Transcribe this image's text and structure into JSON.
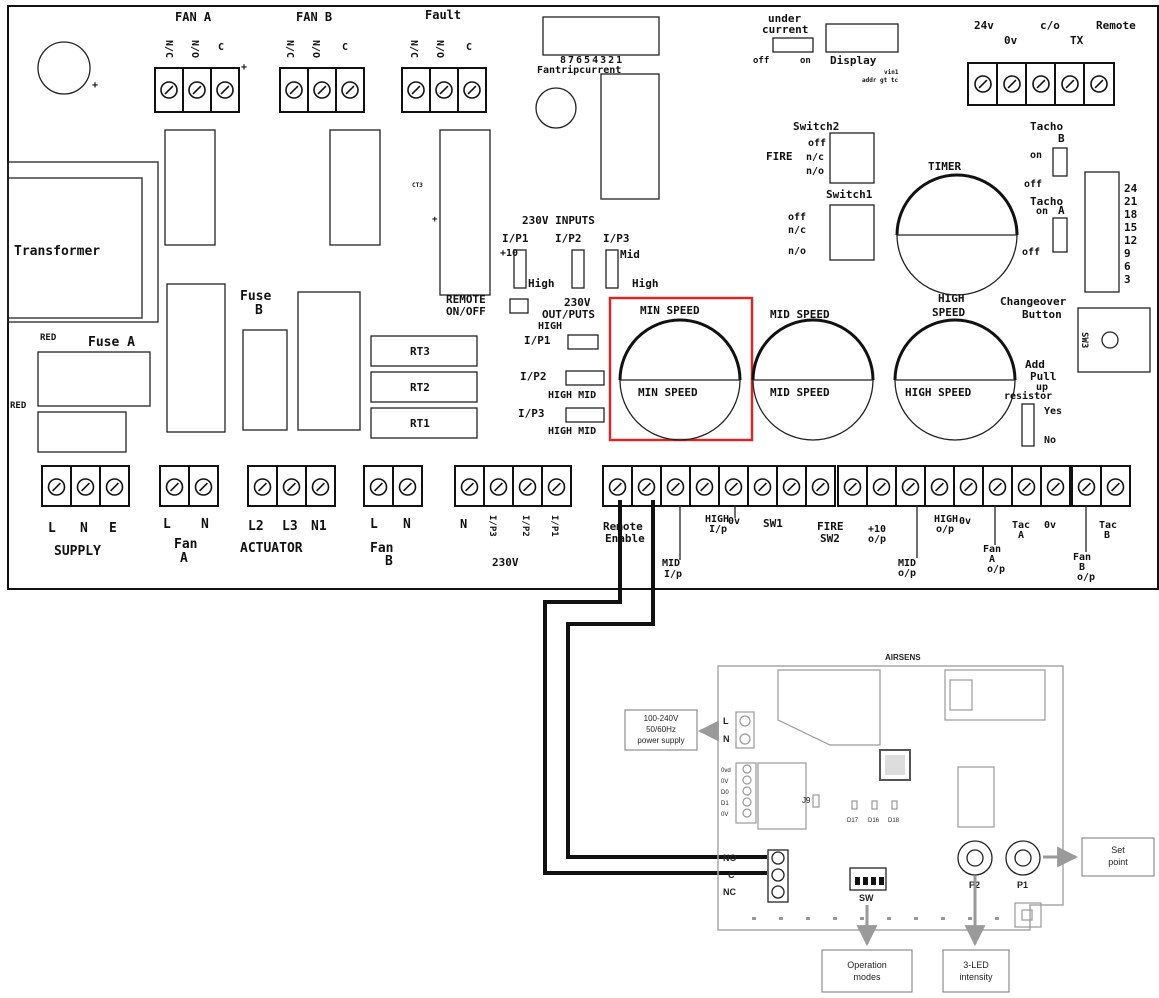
{
  "relays": {
    "fan_a": {
      "title": "FAN A",
      "pins": [
        "N/C",
        "N/O",
        "C"
      ],
      "plus": "+"
    },
    "fan_b": {
      "title": "FAN B",
      "pins": [
        "N/C",
        "N/O",
        "C"
      ]
    },
    "fault": {
      "title": "Fault",
      "pins": [
        "N/C",
        "N/O",
        "C"
      ]
    }
  },
  "top": {
    "dip_numbers": "87654321",
    "fan_trip_current": "Fantripcurrent",
    "under_current": [
      "under",
      "current"
    ],
    "off_on": [
      "off",
      "on"
    ],
    "display": "Display",
    "display_sub": [
      "vin1",
      "addr gt tc"
    ],
    "remote_labels": [
      "24v",
      "0v",
      "c/o",
      "Remote",
      "TX"
    ]
  },
  "left": {
    "transformer": "Transformer",
    "fuse_a": "Fuse A",
    "red1": "RED",
    "red2": "RED",
    "fuse_b": [
      "Fuse",
      "B"
    ],
    "ct3": "CT3",
    "plus": "+"
  },
  "inputs": {
    "title": "230V INPUTS",
    "ip_labels": [
      "I/P1",
      "I/P2",
      "I/P3"
    ],
    "plus10": "+10",
    "high1": "High",
    "mid": "Mid",
    "high2": "High",
    "remote_onoff": [
      "REMOTE",
      "ON/OFF"
    ]
  },
  "outputs": {
    "title": [
      "230V",
      "OUT/PUTS"
    ],
    "high": "HIGH",
    "ip1": "I/P1",
    "ip2": "I/P2",
    "ip3": "I/P3",
    "high_mid1": "HIGH MID",
    "high_mid2": "HIGH MID",
    "rt": [
      "RT3",
      "RT2",
      "RT1"
    ]
  },
  "switches": {
    "switch2": "Switch2",
    "fire": "FIRE",
    "sw2_opts": [
      "off",
      "n/c",
      "n/o"
    ],
    "switch1": "Switch1",
    "sw1_opts": [
      "off",
      "n/c",
      "n/o"
    ],
    "timer": "TIMER",
    "tacho_b": [
      "Tacho",
      "B"
    ],
    "tacho_a": [
      "Tacho",
      "A"
    ],
    "on1": "on",
    "off1": "off",
    "on2": "on",
    "off2": "off",
    "timer_values": [
      "24",
      "21",
      "18",
      "15",
      "12",
      "9",
      "6",
      "3"
    ],
    "changeover": [
      "Changeover",
      "Button"
    ],
    "sw3": "SW3"
  },
  "speeds": {
    "min": [
      "MIN SPEED",
      "MIN SPEED"
    ],
    "mid": [
      "MID SPEED",
      "MID SPEED"
    ],
    "high": [
      "HIGH",
      "SPEED",
      "HIGH SPEED"
    ],
    "pullup": [
      "Add",
      "Pull",
      "up",
      "resistor",
      "Yes",
      "No"
    ]
  },
  "bottom": {
    "supply_pins": [
      "L",
      "N",
      "E"
    ],
    "supply": "SUPPLY",
    "fan_a_pins": [
      "L",
      "N"
    ],
    "fan_a": [
      "Fan",
      "A"
    ],
    "actuator_pins": [
      "L2",
      "L3",
      "N1"
    ],
    "actuator": "ACTUATOR",
    "fan_b_pins": [
      "L",
      "N"
    ],
    "fan_b": [
      "Fan",
      "B"
    ],
    "v230_pins": [
      "N",
      "I/P3",
      "I/P2",
      "I/P1"
    ],
    "v230": "230V",
    "remote_enable": [
      "Remote",
      "Enable"
    ],
    "mid_ip": [
      "MID",
      "I/p"
    ],
    "high_ip": [
      "HIGH",
      "I/p"
    ],
    "zero_v1": "0v",
    "sw1": "SW1",
    "fire_sw2": [
      "FIRE",
      "SW2"
    ],
    "plus10_op": [
      "+10",
      "o/p"
    ],
    "mid_op": [
      "MID",
      "o/p"
    ],
    "high_op": [
      "HIGH",
      "o/p"
    ],
    "zero_v2": "0v",
    "fan_a_op": [
      "Fan",
      "A",
      "o/p"
    ],
    "tac_a": [
      "Tac",
      "A"
    ],
    "zero_v3": "0v",
    "fan_b_op": [
      "Fan",
      "B",
      "o/p"
    ],
    "tac_b": [
      "Tac",
      "B"
    ]
  },
  "airsens": {
    "title": "AIRSENS",
    "power_supply": [
      "100-240V",
      "50/60Hz",
      "power supply"
    ],
    "ln": [
      "L",
      "N"
    ],
    "io_pins": [
      "0vd",
      "0V",
      "D0",
      "D1",
      "0V"
    ],
    "j9": "J9",
    "leds": [
      "D17",
      "D16",
      "D18"
    ],
    "relay_pins": [
      "NO",
      "C",
      "NC"
    ],
    "sw": "SW",
    "p2": "P2",
    "p1": "P1",
    "set_point": [
      "Set",
      "point"
    ],
    "operation_modes": [
      "Operation",
      "modes"
    ],
    "led_intensity": [
      "3-LED",
      "intensity"
    ]
  },
  "colors": {
    "highlight": "#d62828",
    "ink": "#111111",
    "arrow": "#9a9a9a"
  }
}
